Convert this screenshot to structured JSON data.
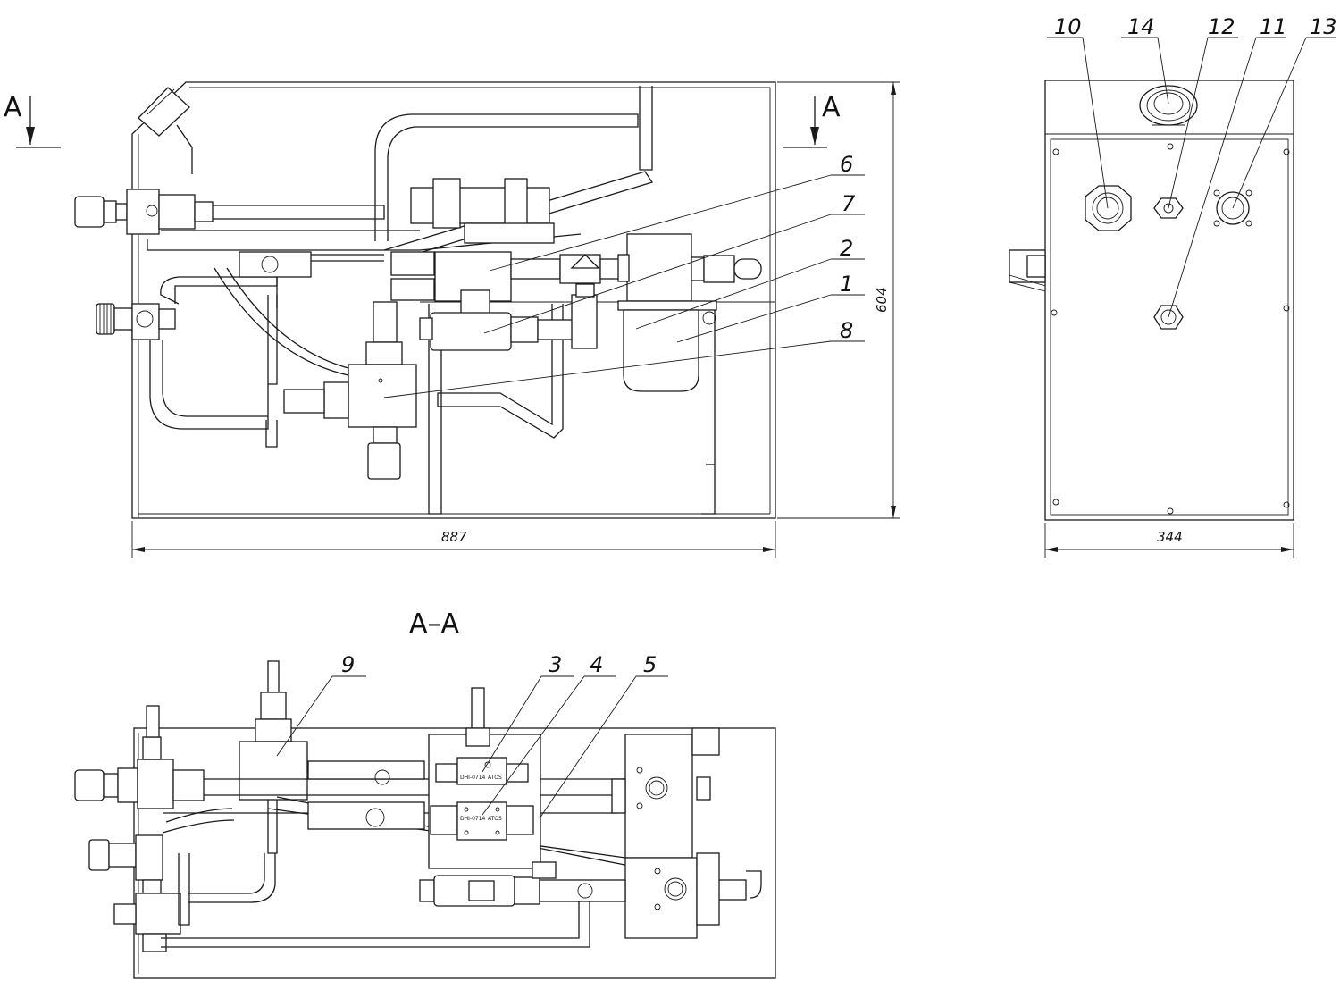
{
  "dimensions": {
    "width": "887",
    "height": "604",
    "side_width": "344"
  },
  "section_marker": "A",
  "section_title": "A–A",
  "callouts": {
    "c1": "1",
    "c2": "2",
    "c3": "3",
    "c4": "4",
    "c5": "5",
    "c6": "6",
    "c7": "7",
    "c8": "8",
    "c9": "9",
    "c10": "10",
    "c11": "11",
    "c12": "12",
    "c13": "13",
    "c14": "14"
  },
  "valve_tags": {
    "atos_a": "ATOS",
    "atos_b": "ATOS",
    "model_a": "DHI-0714",
    "model_b": "DHI-0714"
  }
}
